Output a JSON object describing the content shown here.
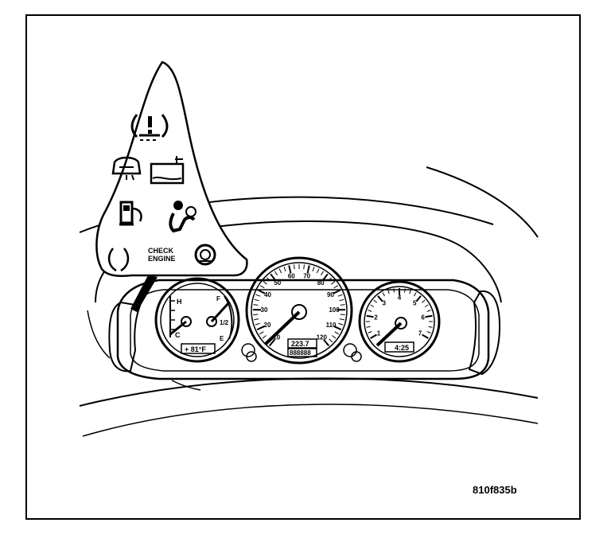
{
  "figure_id": "810f835b",
  "warning_panel": {
    "check_engine_line1": "CHECK",
    "check_engine_line2": "ENGINE"
  },
  "temp_fuel_gauge": {
    "temp_hot_label": "H",
    "temp_cold_label": "C",
    "fuel_full_label": "F",
    "fuel_half_label": "1/2",
    "fuel_empty_label": "E",
    "outside_temp_display": "+ 81°F"
  },
  "speedometer": {
    "mph_labels": [
      "10",
      "20",
      "30",
      "40",
      "50",
      "60",
      "70",
      "80",
      "90",
      "100",
      "110",
      "120"
    ],
    "odometer_display": "223.7",
    "trip_display": "888888"
  },
  "tachometer": {
    "rpm_labels": [
      "1",
      "2",
      "3",
      "4",
      "5",
      "6",
      "7"
    ],
    "clock_display": "4:25"
  }
}
